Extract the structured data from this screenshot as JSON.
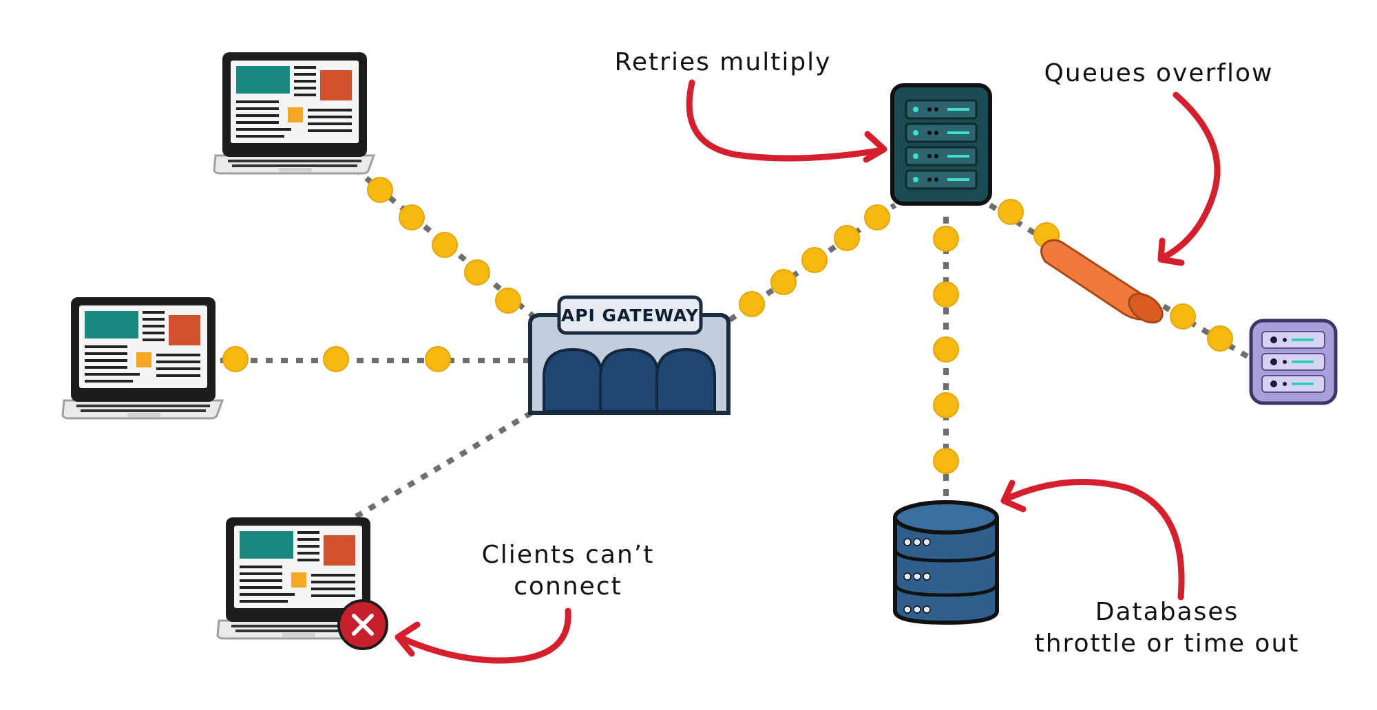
{
  "labels": {
    "gateway": "API GATEWAY",
    "retries": "Retries multiply",
    "queues": "Queues overflow",
    "clients_line1": "Clients can’t",
    "clients_line2": "connect",
    "databases_line1": "Databases",
    "databases_line2": "throttle or time out"
  },
  "colors": {
    "arrow": "#d61f2c",
    "packet": "#f7b90f",
    "connector": "#6e6e6e",
    "gateway_body": "#c3cedd",
    "gateway_arch": "#1f4670",
    "server_primary": "#1c4b54",
    "server_secondary": "#a9a0d9",
    "database": "#2f5f8d",
    "queue": "#f07a3c",
    "error_badge": "#c6202b"
  },
  "icons": [
    "laptop-icon",
    "api-gateway-icon",
    "server-rack-icon",
    "queue-cylinder-icon",
    "database-icon",
    "error-x-icon"
  ]
}
